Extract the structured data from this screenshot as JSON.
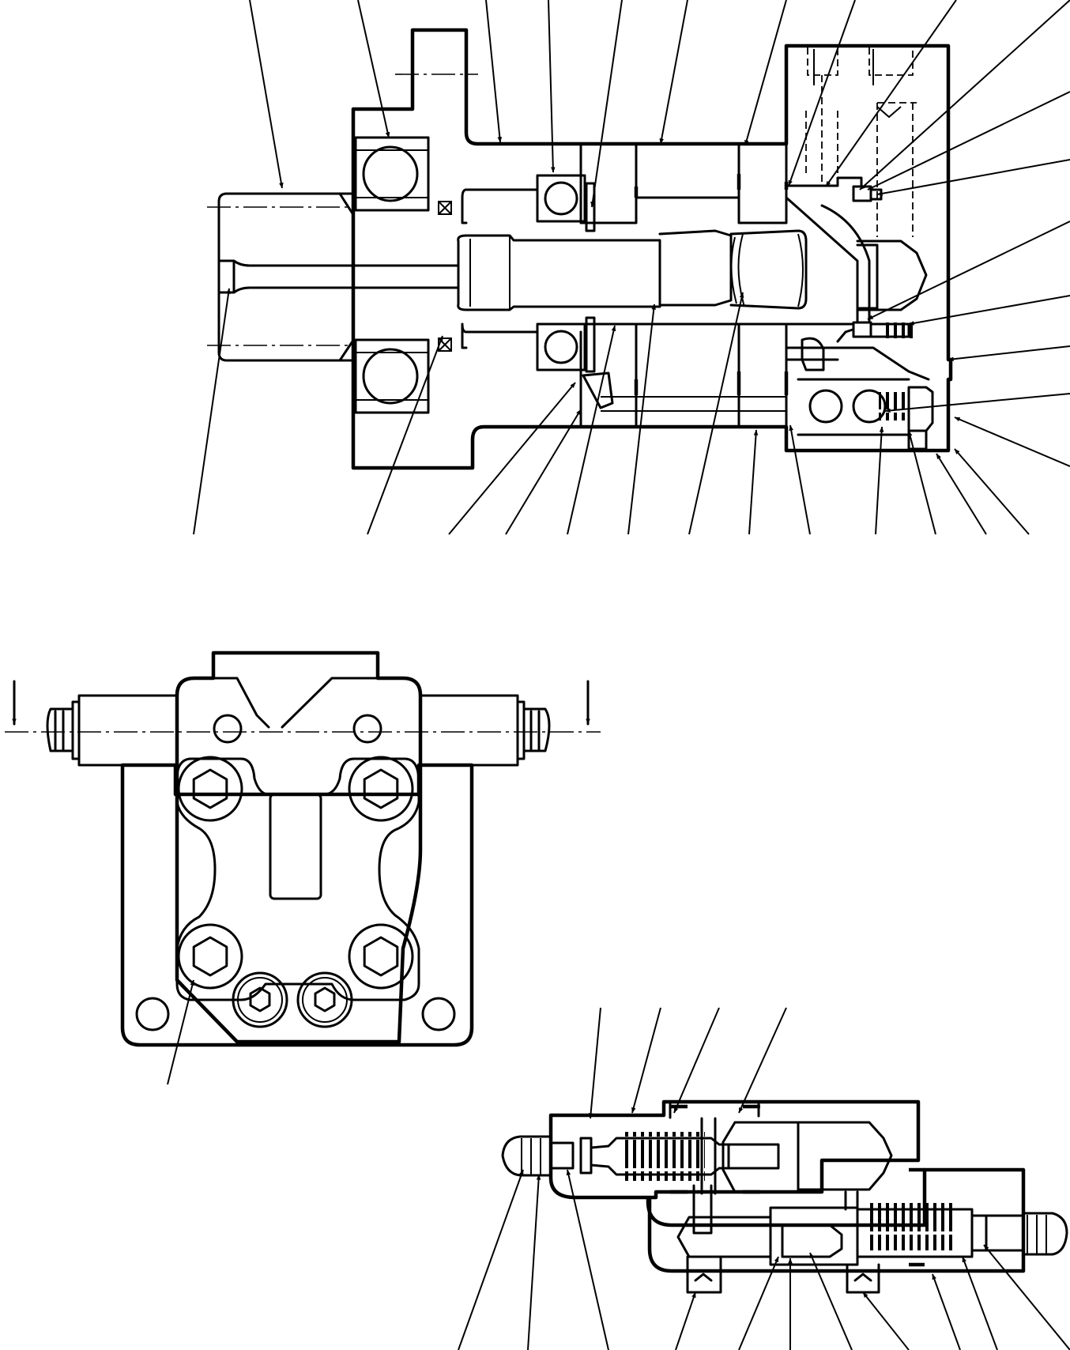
{
  "figure": {
    "views": [
      {
        "id": "pump-cross-section"
      },
      {
        "id": "pump-end-view"
      },
      {
        "id": "relief-valve-section"
      }
    ],
    "callouts": {
      "top_row": 13,
      "right_column": 6,
      "bottom_row_upper": 13,
      "end_view": 1,
      "valve_top": 4,
      "valve_bottom": 12
    },
    "section_markers": {
      "left": "arrow-down",
      "right": "arrow-down"
    }
  }
}
